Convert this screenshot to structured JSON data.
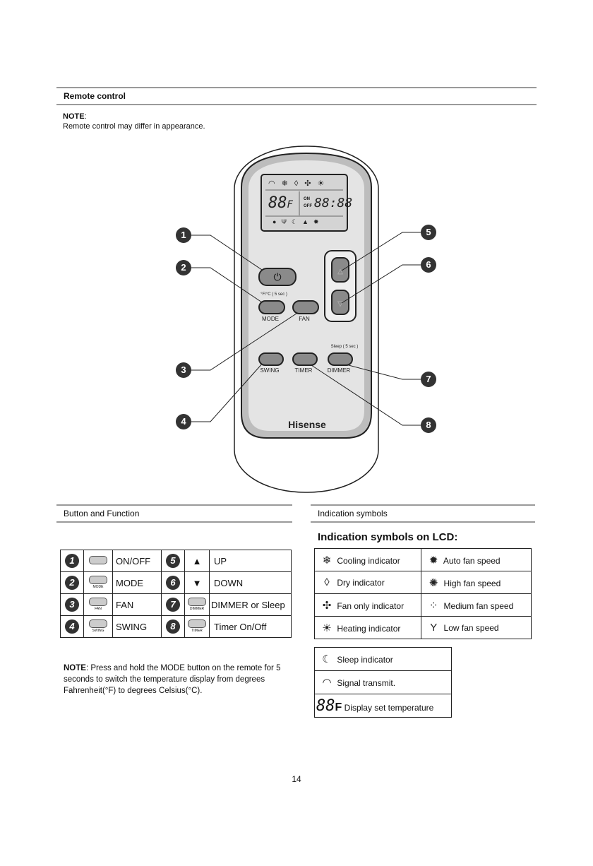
{
  "header": {
    "section_title": "Remote control"
  },
  "note1": {
    "label": "NOTE",
    "text": "Remote control may differ in appearance."
  },
  "remote": {
    "lcd_temp": "88",
    "lcd_unit": "F",
    "lcd_on": "ON",
    "lcd_off": "OFF",
    "lcd_time": "88:88",
    "mode_top_label": "°F/°C ( 5 sec )",
    "mode_label": "MODE",
    "fan_label": "FAN",
    "sleep_top_label": "Sleep ( 5 sec )",
    "swing_label": "SWING",
    "timer_label": "TIMER",
    "dimmer_label": "DIMMER",
    "brand": "Hisense",
    "callouts": [
      "1",
      "2",
      "3",
      "4",
      "5",
      "6",
      "7",
      "8"
    ]
  },
  "button_function": {
    "title": "Button and Function",
    "rows": [
      {
        "n1": "1",
        "f1": "ON/OFF",
        "n2": "5",
        "f2": "UP"
      },
      {
        "n1": "2",
        "f1": "MODE",
        "n2": "6",
        "f2": "DOWN"
      },
      {
        "n1": "3",
        "f1": "FAN",
        "n2": "7",
        "f2": "DIMMER or Sleep"
      },
      {
        "n1": "4",
        "f1": "SWING",
        "n2": "8",
        "f2": "Timer On/Off"
      }
    ],
    "mini_labels": {
      "mode": "MODE",
      "fan": "FAN",
      "swing": "SWING",
      "dimmer": "DIMMER",
      "timer": "TIMER"
    }
  },
  "note2": {
    "label": "NOTE",
    "text": ": Press and hold the MODE button on the remote for 5 seconds to switch the temperature display from degrees Fahrenheit(°F) to degrees Celsius(°C)."
  },
  "indication": {
    "title": "Indication symbols",
    "subtitle": "Indication symbols on LCD:",
    "rows": [
      {
        "left": "Cooling indicator",
        "right": "Auto fan speed"
      },
      {
        "left": "Dry indicator",
        "right": "High fan speed"
      },
      {
        "left": "Fan only indicator",
        "right": "Medium fan speed"
      },
      {
        "left": "Heating indicator",
        "right": "Low fan speed"
      }
    ],
    "extra": [
      {
        "text": "Sleep indicator"
      },
      {
        "text": "Signal transmit."
      },
      {
        "glyph": "88",
        "unit": "F",
        "text": "Display set temperature"
      }
    ]
  },
  "page_number": "14"
}
